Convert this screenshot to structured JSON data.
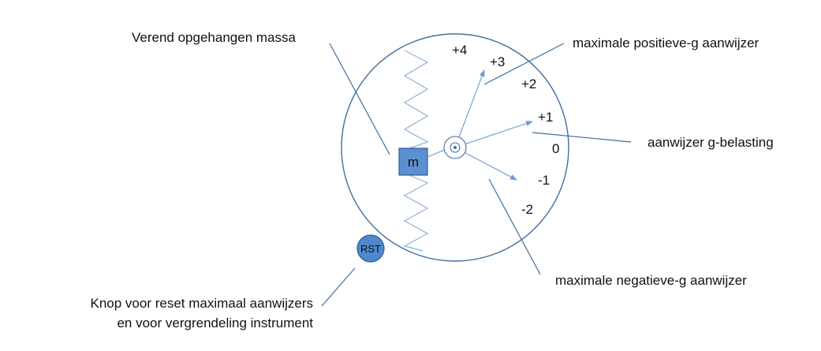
{
  "labels": {
    "spring_mass": "Verend opgehangen massa",
    "max_positive": "maximale positieve-g aanwijzer",
    "g_load": "aanwijzer g-belasting",
    "max_negative": "maximale negatieve-g aanwijzer",
    "reset_line1": "Knop voor reset maximaal aanwijzers",
    "reset_line2": "en voor vergrendeling instrument"
  },
  "scale": [
    "+4",
    "+3",
    "+2",
    "+1",
    "0",
    "-1",
    "-2"
  ],
  "mass_label": "m",
  "reset_button_label": "RST",
  "colors": {
    "dial_line": "#3f6fa0",
    "spring": "#8fb0d8",
    "mass_fill": "#5b8fcf",
    "mass_stroke": "#2f5f96",
    "pointer": "#6c9ad0",
    "leader": "#3f6fa0",
    "button_fill": "#4f88cc"
  }
}
